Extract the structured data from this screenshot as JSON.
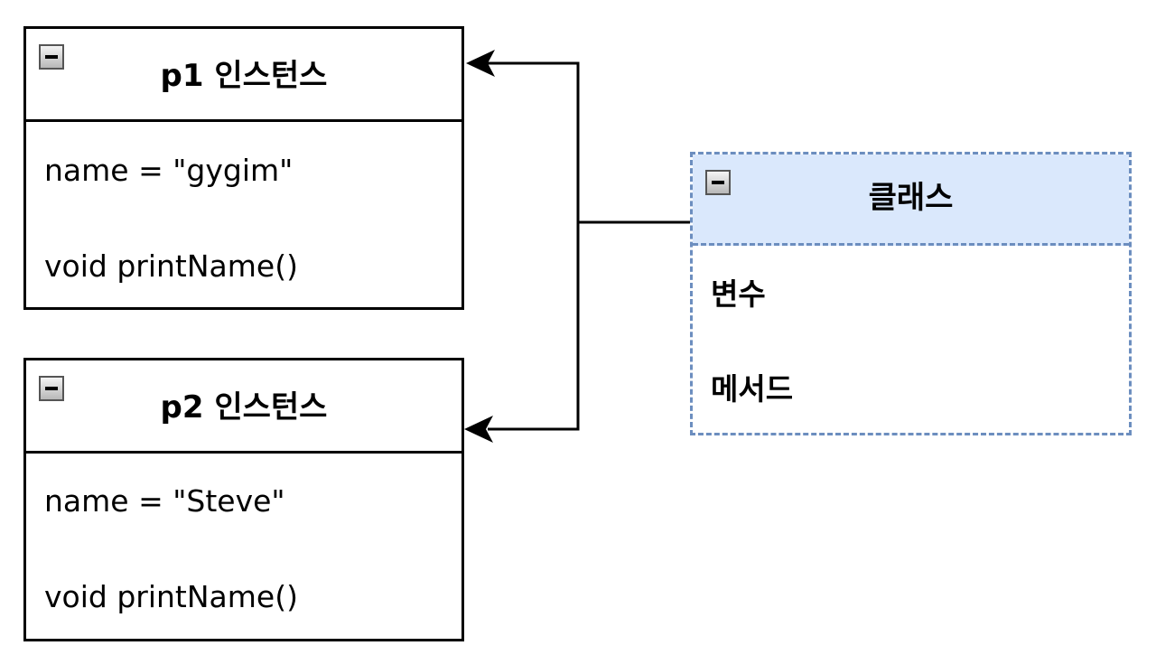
{
  "instances": [
    {
      "title": "p1 인스턴스",
      "field": "name = \"gygim\"",
      "method": "void printName()"
    },
    {
      "title": "p2 인스턴스",
      "field": "name = \"Steve\"",
      "method": "void printName()"
    }
  ],
  "class_box": {
    "title": "클래스",
    "items": [
      "변수",
      "메서드"
    ]
  },
  "colors": {
    "class_fill": "#dae8fc",
    "class_border": "#6c8ebf",
    "line": "#000000"
  }
}
